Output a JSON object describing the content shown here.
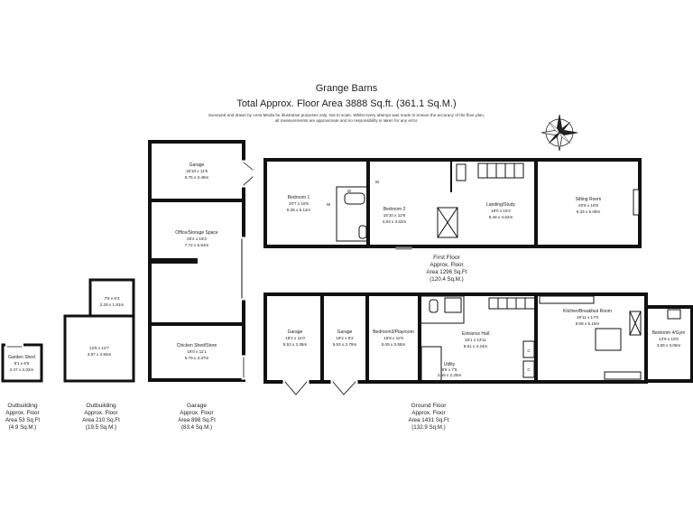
{
  "header": {
    "title": "Grange Barns",
    "subtitle": "Total Approx. Floor Area 3888 Sq.ft. (361.1 Sq.M.)",
    "disclaimer_1": "Surveyed and drawn by Lens Media for illustrative purposes only. Not to scale. Whilst every attempt was made to ensure the accuracy of the floor plan,",
    "disclaimer_2": "all measurements are approximate and no responsibility is taken for any error."
  },
  "rooms": {
    "first_garage": {
      "name": "Garage",
      "imp": "18'10 x 11'5",
      "met": "5.75 x 3.49m"
    },
    "office": {
      "name": "Office/Storage Space",
      "imp": "25'4 x 18'2",
      "met": "7.72 x 5.54m"
    },
    "chicken": {
      "name": "Chicken Shed/Store",
      "imp": "19'0 x 11'1",
      "met": "5.79 x 3.37m"
    },
    "bedroom1": {
      "name": "Bedroom 1",
      "imp": "20'7 x 16'9",
      "met": "6.28 x 5.11m"
    },
    "bedroom2": {
      "name": "Bedroom 2",
      "imp": "15'10 x 12'6",
      "met": "4.83 x 3.82m"
    },
    "landing": {
      "name": "Landing/Study",
      "imp": "18'0 x 15'2",
      "met": "5.48 x 4.62m"
    },
    "sitting": {
      "name": "Sitting Room",
      "imp": "20'9 x 16'8",
      "met": "6.33 x 5.09m"
    },
    "garage_a": {
      "name": "Garage",
      "imp": "18'2 x 11'0",
      "met": "5.53 x 3.36m"
    },
    "garage_b": {
      "name": "Garage",
      "imp": "18'2 x 9'2",
      "met": "5.53 x 2.79m"
    },
    "bedroom3": {
      "name": "Bedroom3/Playroom",
      "imp": "16'8 x 11'8",
      "met": "5.09 x 3.55m"
    },
    "hall": {
      "name": "Entrance Hall",
      "imp": "18'1 x 13'11",
      "met": "5.51 x 4.24m"
    },
    "utility": {
      "name": "Utility",
      "imp": "8'6 x 7'5",
      "met": "2.59 x 2.25m"
    },
    "kitchen": {
      "name": "Kitchen/Breakfast Room",
      "imp": "19'11 x 17'0",
      "met": "6.08 x 5.18m"
    },
    "bedroom4": {
      "name": "Bedroom 4/Gym",
      "imp": "12'9 x 10'0",
      "met": "3.89 x 3.06m"
    },
    "garden_shed": {
      "name": "Garden Shed",
      "imp": "8'1 x 6'8",
      "met": "2.47 x 2.02m"
    },
    "out_main": {
      "imp": "12'8 x 12'7",
      "met": "3.87 x 3.84m"
    },
    "out_small": {
      "imp": "7'6 x 6'3",
      "met": "2.29 x 1.91m"
    }
  },
  "labels": {
    "wardrobe": "W",
    "cupboard": "C"
  },
  "floors": {
    "first": {
      "t": "First Floor",
      "l1": "Approx. Floor",
      "l2": "Area 1296 Sq.Ft",
      "l3": "(120.4 Sq.M.)"
    },
    "ground": {
      "t": "Ground Floor",
      "l1": "Approx. Floor",
      "l2": "Area 1431 Sq.Ft",
      "l3": "(132.9 Sq.M.)"
    },
    "garage": {
      "t": "Garage",
      "l1": "Approx. Floor",
      "l2": "Area 898 Sq.Ft",
      "l3": "(83.4 Sq.M.)"
    },
    "outbuilding": {
      "t": "Outbuilding",
      "l1": "Approx. Floor",
      "l2": "Area 210 Sq.Ft",
      "l3": "(19.5 Sq.M.)"
    },
    "outbuilding_shed": {
      "t": "Outbuilding",
      "l1": "Approx. Floor",
      "l2": "Area 53 Sq.Ft",
      "l3": "(4.9 Sq.M.)"
    }
  }
}
